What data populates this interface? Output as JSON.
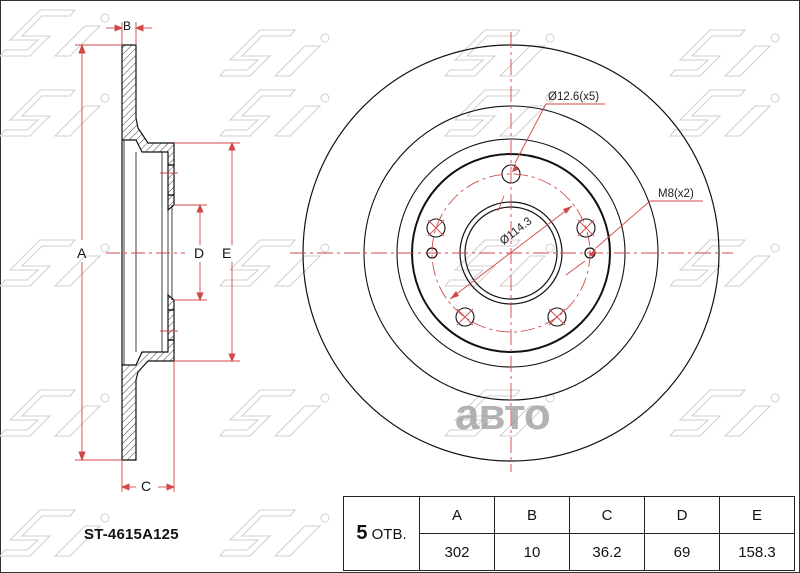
{
  "part_number": "ST-4615A125",
  "watermark": "авто",
  "cross_section": {
    "labels": {
      "A": "A",
      "B": "B",
      "C": "C",
      "D": "D",
      "E": "E"
    }
  },
  "front_view": {
    "callouts": {
      "bolt_hole": "Ø12.6(x5)",
      "thread_hole": "M8(x2)",
      "pcd": "Ø114.3"
    }
  },
  "spec_table": {
    "holes_count": "5",
    "holes_label": "ОТВ.",
    "headers": [
      "A",
      "B",
      "C",
      "D",
      "E"
    ],
    "values": [
      "302",
      "10",
      "36.2",
      "69",
      "158.3"
    ]
  },
  "colors": {
    "line": "#111111",
    "dimension": "#d04848",
    "watermark_logo": "#c8c8c8"
  }
}
